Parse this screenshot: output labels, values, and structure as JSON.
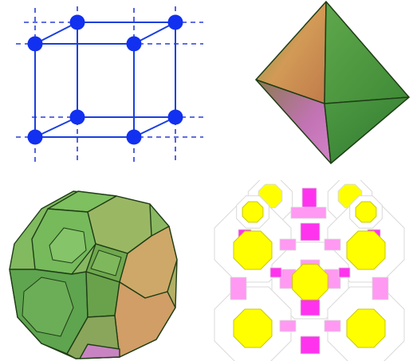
{
  "figures": [
    {
      "id": "cubic-lattice",
      "kind": "lattice"
    },
    {
      "id": "octahedron",
      "kind": "polyhedron"
    },
    {
      "id": "truncated-octahedron",
      "kind": "polyhedron"
    },
    {
      "id": "zeolite-framework",
      "kind": "tiling"
    }
  ],
  "colors": {
    "lattice_line": "#1a3fe0",
    "lattice_node": "#1230f0",
    "dashed_line": "#2b3fd8",
    "octahedron_green": "#5aa04a",
    "octahedron_orange": "#d9a25a",
    "octahedron_magenta": "#c86fc0",
    "polyhedron_edge": "#1f3d16",
    "truncated_green": "#78b860",
    "truncated_orange": "#d8a868",
    "framework_yellow": "#ffff00",
    "framework_magenta": "#ff33ee",
    "framework_pink": "#ff99f2",
    "framework_outline": "#d9d9d9"
  }
}
